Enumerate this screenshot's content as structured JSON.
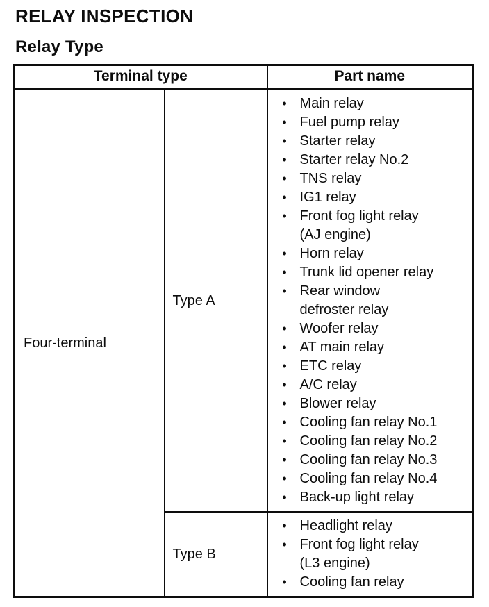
{
  "page": {
    "title": "RELAY INSPECTION",
    "subtitle": "Relay Type"
  },
  "table": {
    "headers": {
      "terminal_type": "Terminal type",
      "part_name": "Part name"
    },
    "terminal_label": "Four-terminal",
    "bullet": "•",
    "rows": [
      {
        "type_label": "Type A",
        "parts": [
          "Main relay",
          "Fuel pump relay",
          "Starter relay",
          "Starter relay No.2",
          "TNS relay",
          "IG1 relay",
          "Front fog light relay\n(AJ engine)",
          "Horn relay",
          "Trunk lid opener relay",
          "Rear window\ndefroster relay",
          "Woofer relay",
          "AT main relay",
          "ETC relay",
          "A/C relay",
          "Blower relay",
          "Cooling fan relay No.1",
          "Cooling fan relay No.2",
          "Cooling fan relay No.3",
          "Cooling fan relay No.4",
          "Back-up light relay"
        ]
      },
      {
        "type_label": "Type B",
        "parts": [
          "Headlight relay",
          "Front fog light relay\n(L3 engine)",
          "Cooling fan relay"
        ]
      }
    ]
  },
  "colors": {
    "ink": "#0d0d0d",
    "paper": "#ffffff"
  }
}
